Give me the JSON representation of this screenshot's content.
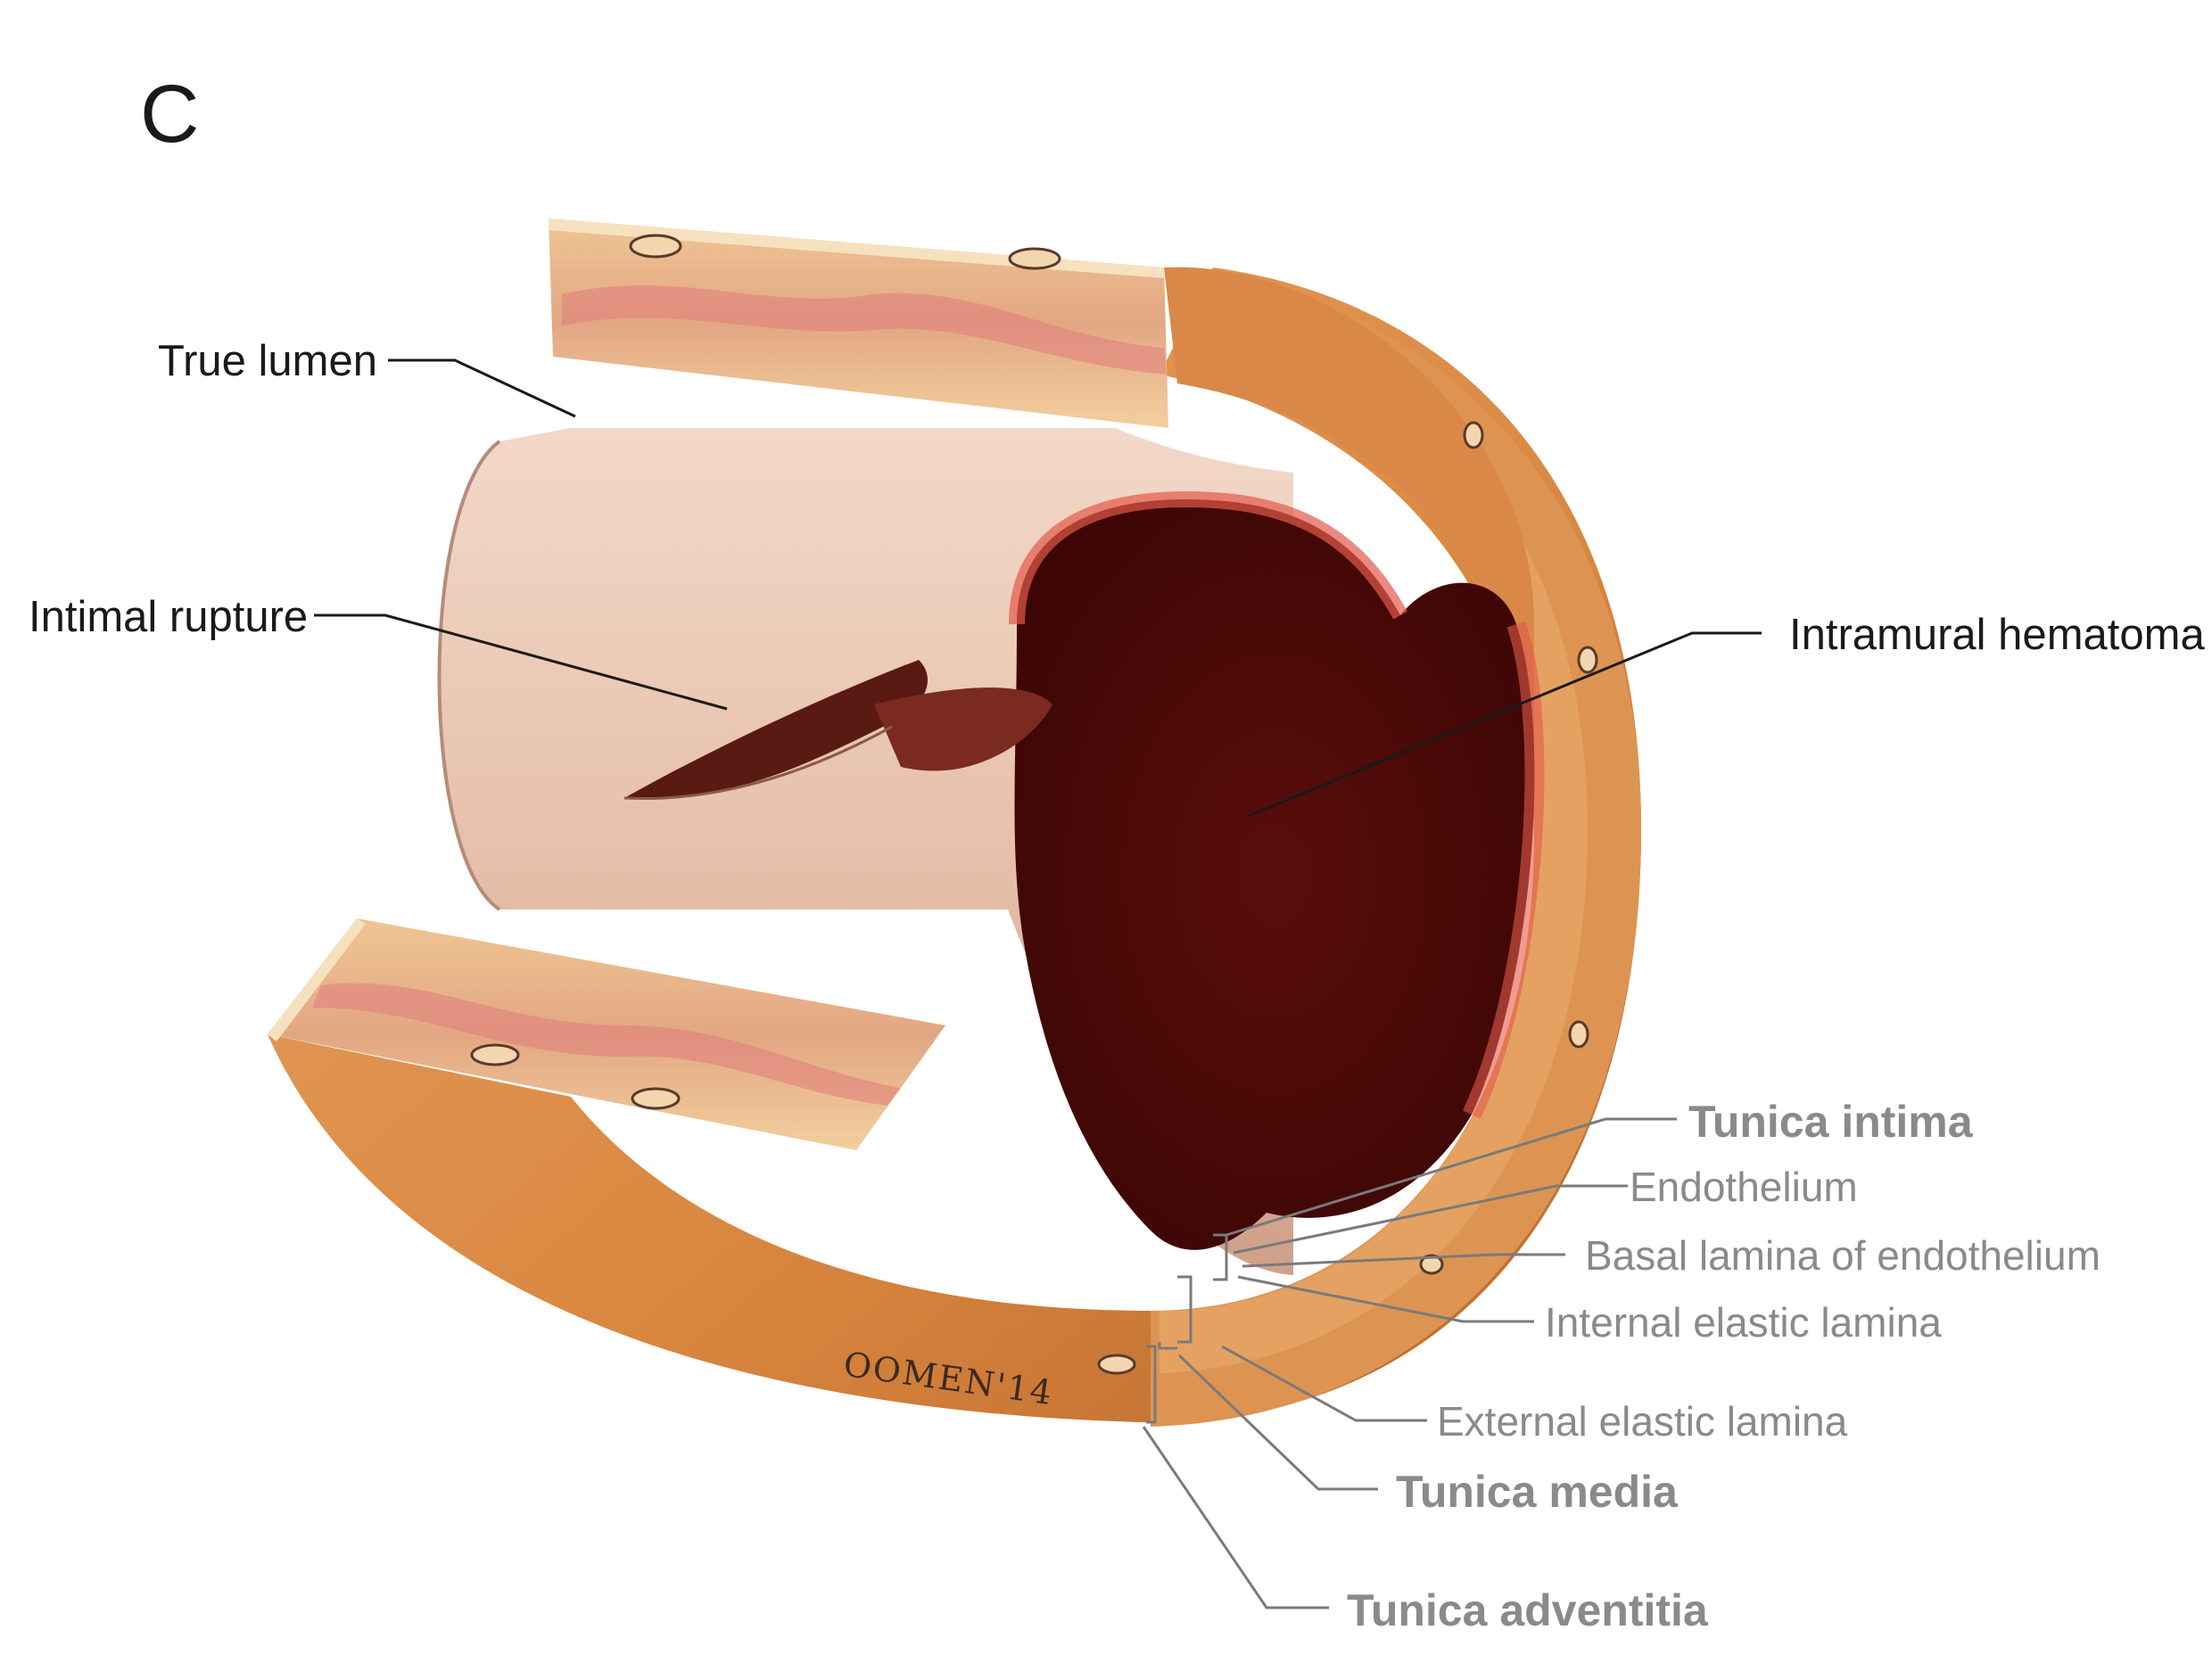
{
  "panel_letter": "C",
  "labels": {
    "true_lumen": "True lumen",
    "intimal_rupture": "Intimal rupture",
    "intramural_hematoma": "Intramural hematoma",
    "tunica_intima": "Tunica intima",
    "endothelium": "Endothelium",
    "basal_lamina": "Basal lamina of endothelium",
    "internal_elastic_lamina": "Internal elastic lamina",
    "external_elastic_lamina": "External elastic lamina",
    "tunica_media": "Tunica media",
    "tunica_adventitia": "Tunica adventitia"
  },
  "signature": "OOMEN'14",
  "colors": {
    "adventitia": "#d98a4a",
    "media": "#e7a866",
    "hematoma": "#4a0a08",
    "intima_tube": "#e8c4b0",
    "leader_dark": "#1a1a1a",
    "leader_grey": "#8a8a8a"
  }
}
